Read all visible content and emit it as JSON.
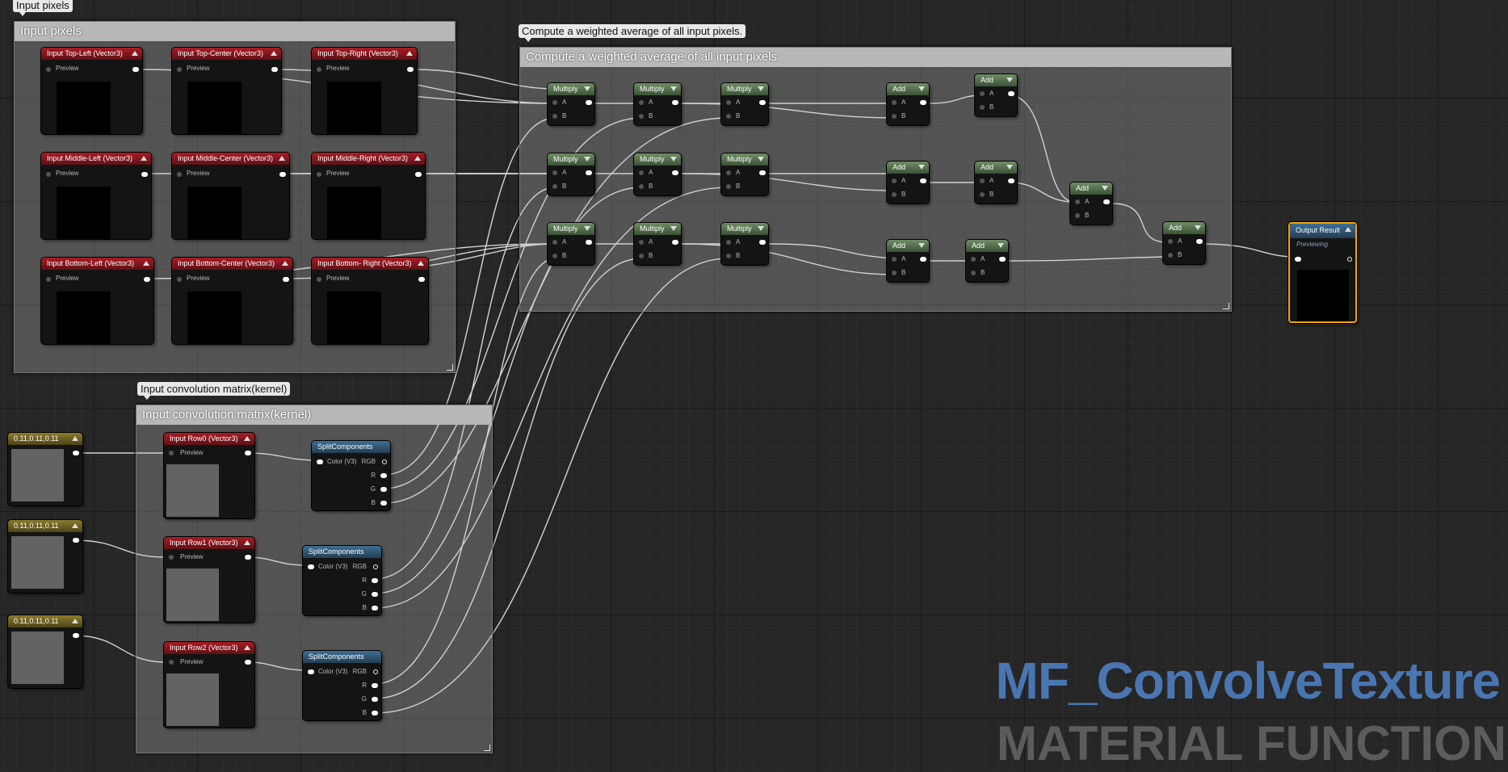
{
  "comments": {
    "input_pixels": "Input pixels",
    "weighted_average": "Compute a weighted average of all input pixels.",
    "kernel": "Input convolution matrix(kernel)"
  },
  "inputs": {
    "top_left": "Input Top-Left (Vector3)",
    "top_center": "Input Top-Center (Vector3)",
    "top_right": "Input Top-Right (Vector3)",
    "middle_left": "Input Middle-Left (Vector3)",
    "middle_center": "Input Middle-Center (Vector3)",
    "middle_right": "Input Middle-Right (Vector3)",
    "bottom_left": "Input Bottom-Left (Vector3)",
    "bottom_center": "Input Bottom-Center (Vector3)",
    "bottom_right": "Input Bottom- Right (Vector3)",
    "row0": "Input Row0 (Vector3)",
    "row1": "Input Row1 (Vector3)",
    "row2": "Input Row2 (Vector3)",
    "preview_label": "Preview"
  },
  "constants": {
    "value": "0.11,0.11,0.11"
  },
  "split": {
    "title": "SplitComponents",
    "color_pin": "Color (V3)",
    "rgb_pin": "RGB",
    "r_pin": "R",
    "g_pin": "G",
    "b_pin": "B"
  },
  "math": {
    "multiply": "Multiply",
    "add": "Add",
    "pin_a": "A",
    "pin_b": "B"
  },
  "output": {
    "title": "Output Result",
    "status": "Previewing"
  },
  "watermark": {
    "name": "MF_ConvolveTexture",
    "type": "MATERIAL FUNCTION"
  },
  "colors": {
    "input_header": "#a81c25",
    "math_header": "#6f8e65",
    "constant_header": "#8d7c2b",
    "split_header": "#3d6f95",
    "output_border": "#f0a500",
    "watermark_blue": "#4976b1"
  }
}
